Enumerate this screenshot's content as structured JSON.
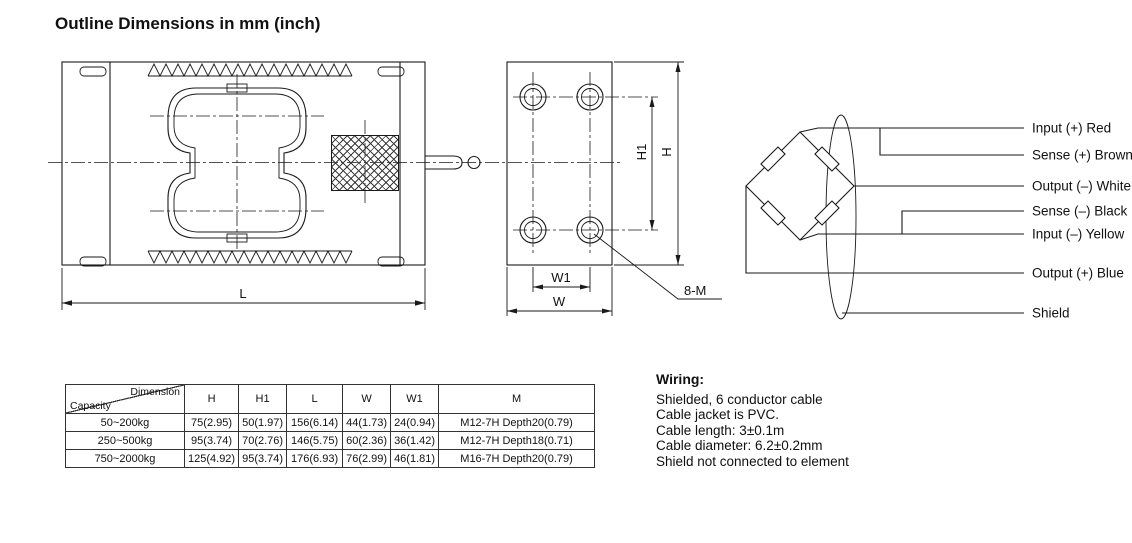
{
  "page": {
    "title": "Outline Dimensions in mm (inch)"
  },
  "drawing": {
    "side_view": {
      "length_label": "L"
    },
    "end_view": {
      "h1_label": "H1",
      "h_label": "H",
      "w1_label": "W1",
      "w_label": "W",
      "thread_callout": "8-M"
    },
    "wiring_diagram": {
      "labels": [
        "Input (+) Red",
        "Sense (+) Brown",
        "Output (–) White",
        "Sense (–) Black",
        "Input (–) Yellow",
        "Output (+) Blue",
        "Shield"
      ]
    }
  },
  "table": {
    "corner_top": "Dimension",
    "corner_bottom": "Capacity",
    "columns": [
      "H",
      "H1",
      "L",
      "W",
      "W1",
      "M"
    ],
    "rows": [
      {
        "capacity": "50~200kg",
        "H": "75(2.95)",
        "H1": "50(1.97)",
        "L": "156(6.14)",
        "W": "44(1.73)",
        "W1": "24(0.94)",
        "M": "M12-7H Depth20(0.79)"
      },
      {
        "capacity": "250~500kg",
        "H": "95(3.74)",
        "H1": "70(2.76)",
        "L": "146(5.75)",
        "W": "60(2.36)",
        "W1": "36(1.42)",
        "M": "M12-7H Depth18(0.71)"
      },
      {
        "capacity": "750~2000kg",
        "H": "125(4.92)",
        "H1": "95(3.74)",
        "L": "176(6.93)",
        "W": "76(2.99)",
        "W1": "46(1.81)",
        "M": "M16-7H Depth20(0.79)"
      }
    ]
  },
  "wiring_notes": {
    "heading": "Wiring:",
    "lines": [
      "Shielded, 6 conductor cable",
      "Cable jacket is PVC.",
      "Cable length: 3±0.1m",
      "Cable diameter: 6.2±0.2mm",
      "Shield not connected to element"
    ]
  }
}
